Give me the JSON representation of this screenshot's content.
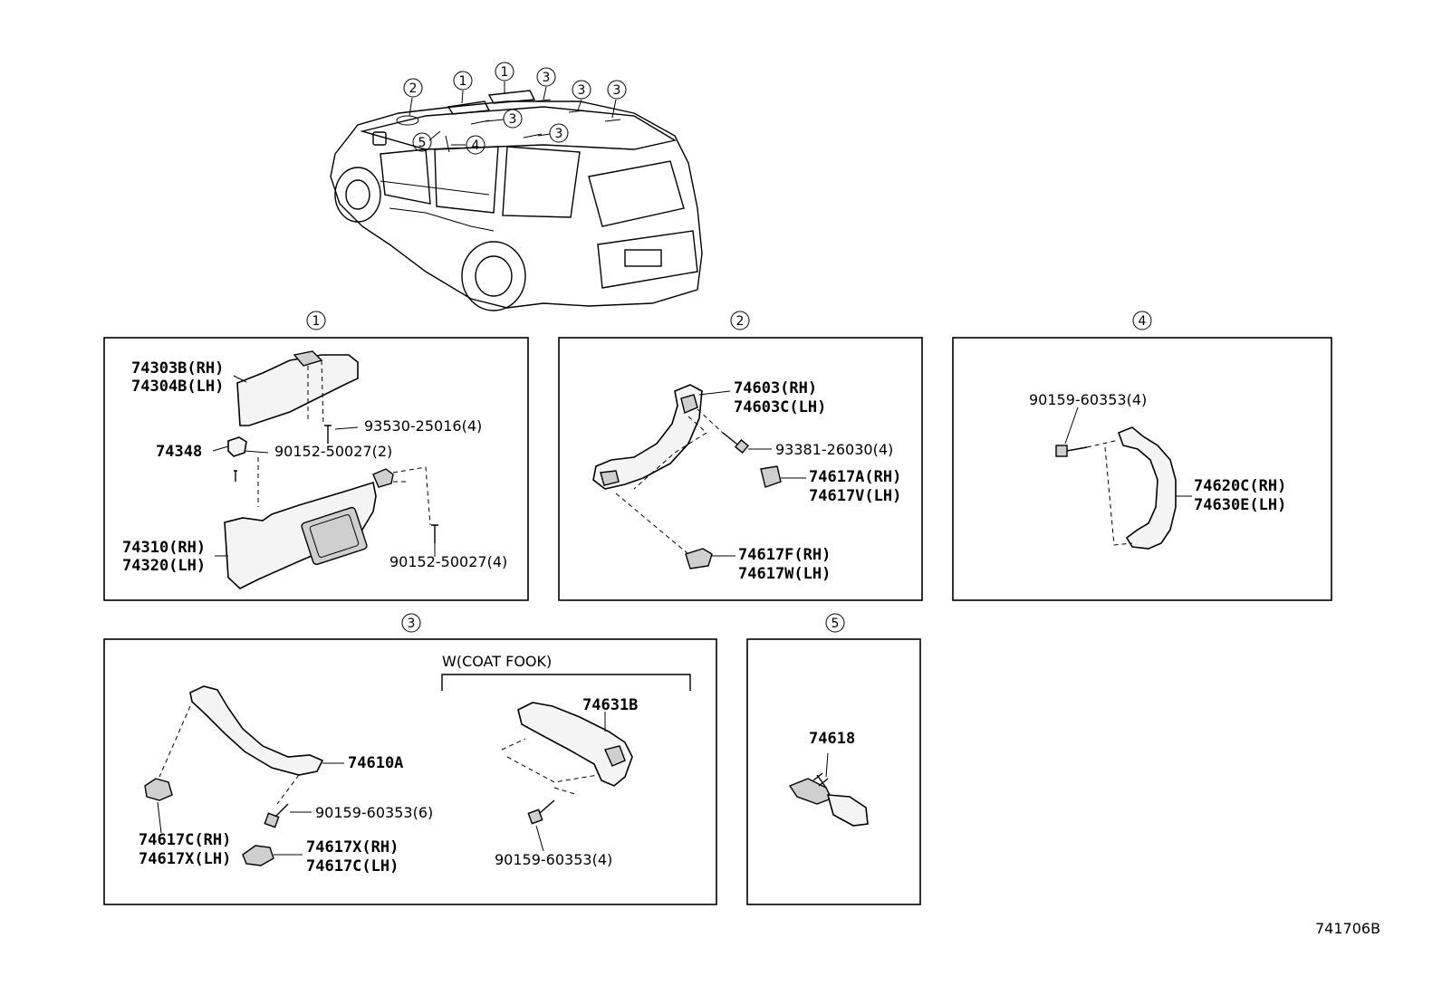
{
  "diagram_code": "741706B",
  "vehicle_callouts": [
    "1",
    "1",
    "2",
    "3",
    "3",
    "3",
    "3",
    "3",
    "4",
    "5"
  ],
  "panels": [
    {
      "ref": "1",
      "parts": [
        "74303B(RH)",
        "74304B(LH)",
        "93530-25016(4)",
        "74348",
        "90152-50027(2)",
        "74310(RH)",
        "74320(LH)",
        "90152-50027(4)"
      ]
    },
    {
      "ref": "2",
      "parts": [
        "74603(RH)",
        "74603C(LH)",
        "93381-26030(4)",
        "74617A(RH)",
        "74617V(LH)",
        "74617F(RH)",
        "74617W(LH)"
      ]
    },
    {
      "ref": "4",
      "parts": [
        "90159-60353(4)",
        "74620C(RH)",
        "74630E(LH)"
      ]
    },
    {
      "ref": "3",
      "parts": [
        "74610A",
        "90159-60353(6)",
        "74617C(RH)",
        "74617X(LH)",
        "74617X(RH)",
        "74617C(LH)"
      ],
      "sub_group": {
        "label": "W(COAT FOOK)",
        "parts": [
          "74631B",
          "90159-60353(4)"
        ]
      }
    },
    {
      "ref": "5",
      "parts": [
        "74618"
      ]
    }
  ]
}
